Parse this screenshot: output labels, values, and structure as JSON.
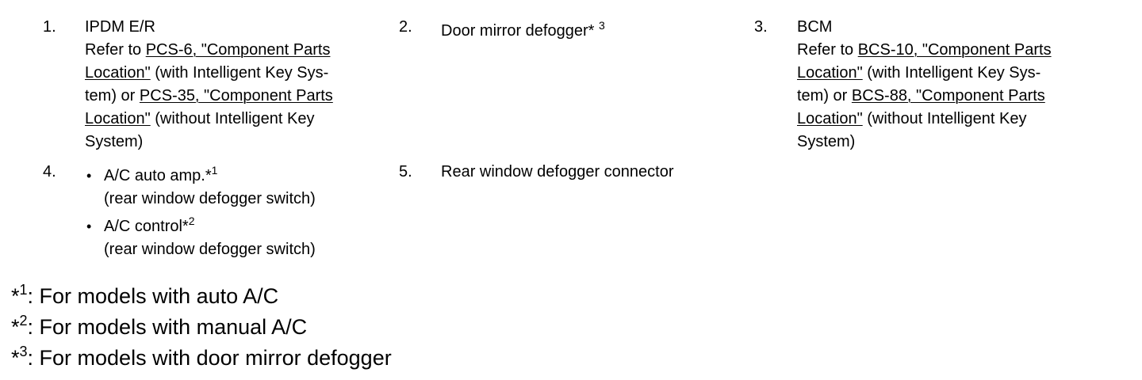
{
  "items": [
    {
      "number": "1.",
      "title": "IPDM E/R",
      "lines": [
        {
          "pre": "Refer to ",
          "link": "PCS-6, \"Component Parts ",
          "post": ""
        },
        {
          "pre": "",
          "link": "Location\"",
          "post": " (with Intelligent Key Sys-"
        },
        {
          "pre": "tem) or ",
          "link": "PCS-35, \"Component Parts ",
          "post": ""
        },
        {
          "pre": "",
          "link": "Location\"",
          "post": " (without Intelligent Key"
        },
        {
          "pre": "System)",
          "link": "",
          "post": ""
        }
      ]
    },
    {
      "number": "2.",
      "title": "Door mirror defogger*",
      "title_sup": "3"
    },
    {
      "number": "3.",
      "title": "BCM",
      "lines": [
        {
          "pre": "Refer to ",
          "link": "BCS-10, \"Component Parts ",
          "post": ""
        },
        {
          "pre": "",
          "link": "Location\"",
          "post": " (with Intelligent Key Sys-"
        },
        {
          "pre": "tem) or ",
          "link": "BCS-88, \"Component Parts ",
          "post": ""
        },
        {
          "pre": "",
          "link": "Location\"",
          "post": " (without Intelligent Key"
        },
        {
          "pre": "System)",
          "link": "",
          "post": ""
        }
      ]
    },
    {
      "number": "4.",
      "bullets": [
        {
          "bullet": "•",
          "text": "A/C auto amp.*",
          "sup": "1",
          "sub": "(rear window defogger switch)"
        },
        {
          "bullet": "•",
          "text": "A/C control*",
          "sup": "2",
          "sub": "(rear window defogger switch)"
        }
      ]
    },
    {
      "number": "5.",
      "title": "Rear window defogger connector"
    }
  ],
  "footnotes": [
    {
      "star": "*",
      "sup": "1",
      "text": ": For models with auto A/C"
    },
    {
      "star": "*",
      "sup": "2",
      "text": ": For models with manual A/C"
    },
    {
      "star": "*",
      "sup": "3",
      "text": ": For models with door mirror defogger"
    }
  ]
}
